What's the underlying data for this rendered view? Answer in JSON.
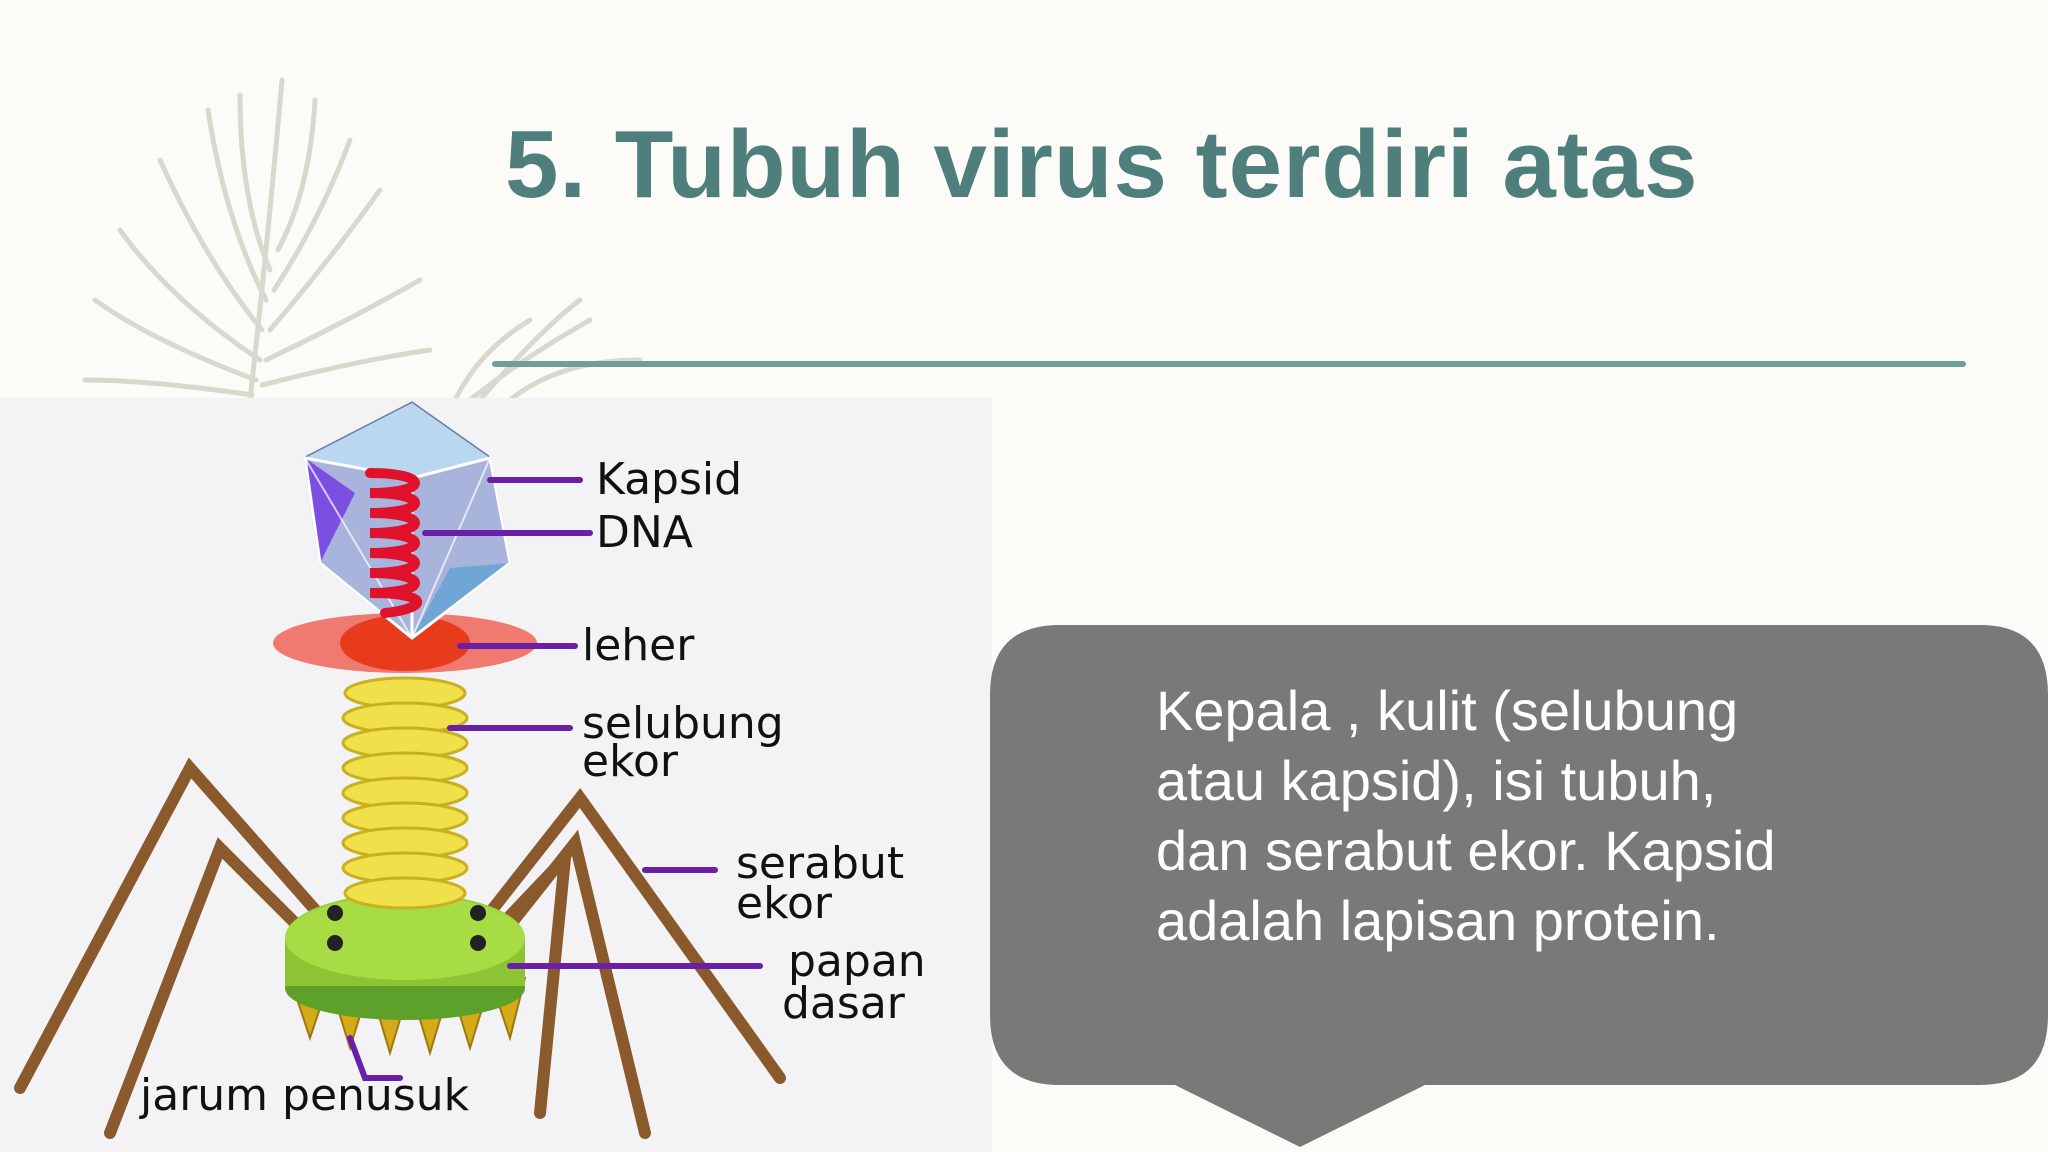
{
  "slide": {
    "title": "5. Tubuh virus terdiri atas"
  },
  "diagram": {
    "labels": {
      "kapsid": "Kapsid",
      "dna": "DNA",
      "leher": "leher",
      "selubung_ekor_1": "selubung",
      "selubung_ekor_2": "ekor",
      "serabut_ekor_1": "serabut",
      "serabut_ekor_2": "ekor",
      "papan_dasar_1": "papan",
      "papan_dasar_2": "dasar",
      "jarum_penusuk": "jarum penusuk"
    }
  },
  "callout": {
    "lines": [
      "Kepala , kulit (selubung",
      "atau kapsid), isi tubuh,",
      "dan serabut ekor. Kapsid",
      "adalah lapisan protein."
    ]
  },
  "colors": {
    "title": "#4e7f7c",
    "rule": "#6f9e9b",
    "callout_bg": "#7b7978",
    "pointer_lines": "#6a1fa8"
  }
}
